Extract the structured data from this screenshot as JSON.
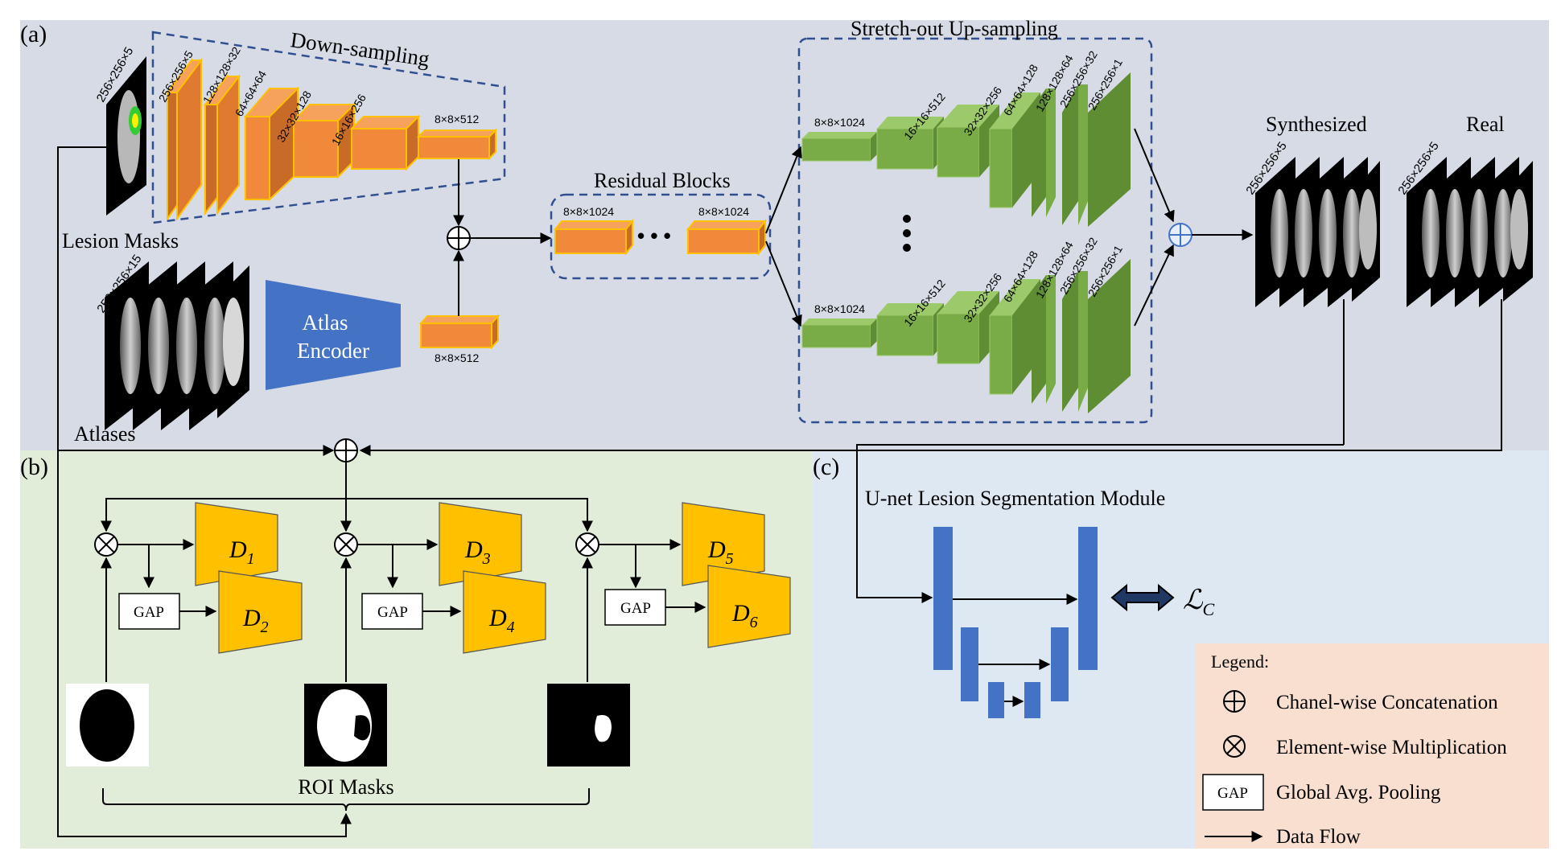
{
  "panels": {
    "a_label": "(a)",
    "b_label": "(b)",
    "c_label": "(c)"
  },
  "a": {
    "down_sampling_title": "Down-sampling",
    "residual_title": "Residual Blocks",
    "upsampling_title": "Stretch-out Up-sampling",
    "lesion_masks_label": "Lesion Masks",
    "lesion_masks_dim": "256×256×5",
    "atlases_label": "Atlases",
    "atlases_dim": "256×256×15",
    "atlas_encoder_line1": "Atlas",
    "atlas_encoder_line2": "Encoder",
    "encoder_output_dim": "8×8×512",
    "down_dims": [
      "256×256×5",
      "128×128×32",
      "64×64×64",
      "32×32×128",
      "16×16×256",
      "8×8×512"
    ],
    "residual_dims": [
      "8×8×1024",
      "8×8×1024"
    ],
    "up_dims": [
      "8×8×1024",
      "16×16×512",
      "32×32×256",
      "64×64×128",
      "128×128×64",
      "256×256×32",
      "256×256×1"
    ],
    "synthesized_label": "Synthesized",
    "synthesized_dim": "256×256×5",
    "real_label": "Real",
    "real_dim": "256×256×5",
    "ellipsis": "• • •"
  },
  "b": {
    "discriminators": [
      {
        "base": "D",
        "sub": "1"
      },
      {
        "base": "D",
        "sub": "2"
      },
      {
        "base": "D",
        "sub": "3"
      },
      {
        "base": "D",
        "sub": "4"
      },
      {
        "base": "D",
        "sub": "5"
      },
      {
        "base": "D",
        "sub": "6"
      }
    ],
    "gap_label": "GAP",
    "roi_masks_label": "ROI Masks"
  },
  "c": {
    "title": "U-net Lesion Segmentation Module",
    "loss_base": "ℒ",
    "loss_sub": "C"
  },
  "legend": {
    "title": "Legend:",
    "concat": "Chanel-wise Concatenation",
    "multiply": "Element-wise Multiplication",
    "gap_box": "GAP",
    "gap": "Global Avg. Pooling",
    "flow": "Data Flow"
  },
  "colors": {
    "panel_a_bg": "#d7dbe6",
    "panel_b_bg": "#e2edd9",
    "panel_c_bg": "#dde8f3",
    "legend_bg": "#f8dfd0",
    "orange_front": "#f08a3a",
    "orange_top": "#f6a25c",
    "orange_side": "#c86a28",
    "orange_edge": "#ffc000",
    "green_front": "#79ac46",
    "green_top": "#9cc96a",
    "green_side": "#5e8d33",
    "discriminator": "#ffc000",
    "encoder_blue": "#4472c4",
    "unet_blue": "#4472c4",
    "dash_blue": "#2f4f8f"
  }
}
